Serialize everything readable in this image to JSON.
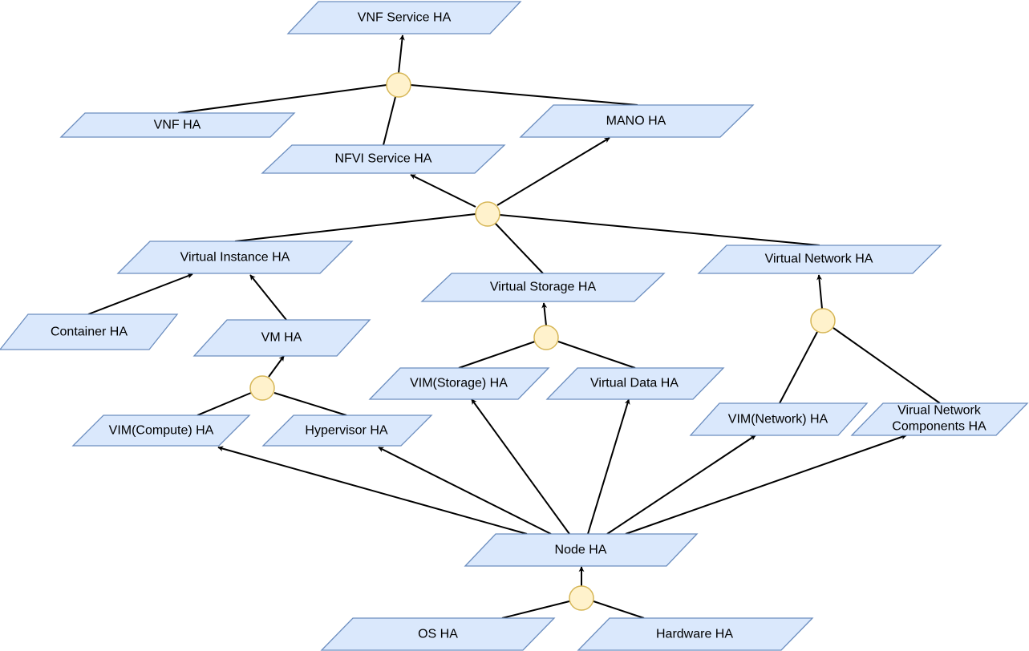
{
  "colors": {
    "node_fill": "#dae8fc",
    "node_stroke": "#6c8ebf",
    "junction_fill": "#fff2cc",
    "junction_stroke": "#d6b656",
    "edge": "#000000"
  },
  "nodes": {
    "vnf_service_ha": "VNF Service HA",
    "vnf_ha": "VNF HA",
    "mano_ha": "MANO HA",
    "nfvi_service_ha": "NFVI Service HA",
    "virtual_instance_ha": "Virtual Instance HA",
    "virtual_network_ha": "Virtual Network HA",
    "virtual_storage_ha": "Virtual Storage HA",
    "container_ha": "Container HA",
    "vm_ha": "VM HA",
    "vim_storage_ha": "VIM(Storage) HA",
    "virtual_data_ha": "Virtual Data HA",
    "vim_compute_ha": "VIM(Compute) HA",
    "hypervisor_ha": "Hypervisor HA",
    "vim_network_ha": "VIM(Network) HA",
    "virual_network_components_ha_line1": "Virual Network",
    "virual_network_components_ha_line2": "Components HA",
    "node_ha": "Node HA",
    "os_ha": "OS HA",
    "hardware_ha": "Hardware HA"
  }
}
